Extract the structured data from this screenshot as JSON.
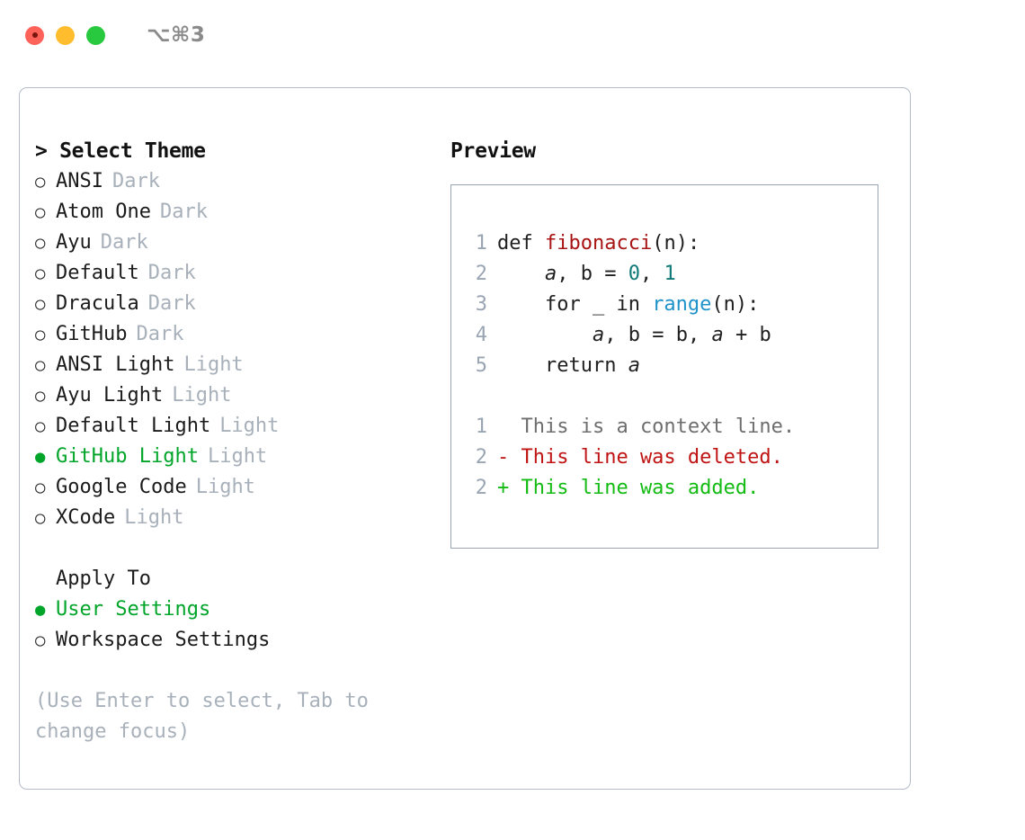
{
  "titlebar": {
    "shortcut": "⌥⌘3",
    "buttons": [
      {
        "name": "close",
        "color": "#ff6259"
      },
      {
        "name": "minimize",
        "color": "#ffbd2e"
      },
      {
        "name": "maximize",
        "color": "#28c93f"
      }
    ]
  },
  "colors": {
    "selected_green": "#00a52a",
    "muted_gray": "#a8b0ba",
    "panel_border": "#b3bcc8",
    "preview_border": "#9aa5b3",
    "function_red": "#a81414",
    "number_teal": "#0f7a78",
    "builtin_blue": "#1f93c9",
    "diff_deleted": "#c01414",
    "diff_added": "#13bb13",
    "diff_context": "#6e6e6e",
    "text": "#1f1f1f"
  },
  "theme_panel": {
    "heading": "> Select Theme",
    "bullet_selected": "●",
    "bullet_unselected": "○",
    "items": [
      {
        "name": "ANSI",
        "kind": "Dark",
        "selected": false
      },
      {
        "name": "Atom One",
        "kind": "Dark",
        "selected": false
      },
      {
        "name": "Ayu",
        "kind": "Dark",
        "selected": false
      },
      {
        "name": "Default",
        "kind": "Dark",
        "selected": false
      },
      {
        "name": "Dracula",
        "kind": "Dark",
        "selected": false
      },
      {
        "name": "GitHub",
        "kind": "Dark",
        "selected": false
      },
      {
        "name": "ANSI Light",
        "kind": "Light",
        "selected": false
      },
      {
        "name": "Ayu Light",
        "kind": "Light",
        "selected": false
      },
      {
        "name": "Default Light",
        "kind": "Light",
        "selected": false
      },
      {
        "name": "GitHub Light",
        "kind": "Light",
        "selected": true
      },
      {
        "name": "Google Code",
        "kind": "Light",
        "selected": false
      },
      {
        "name": "XCode",
        "kind": "Light",
        "selected": false
      }
    ]
  },
  "apply_to": {
    "heading": "Apply To",
    "items": [
      {
        "name": "User Settings",
        "selected": true
      },
      {
        "name": "Workspace Settings",
        "selected": false
      }
    ]
  },
  "hint": "(Use Enter to select, Tab to change focus)",
  "preview": {
    "heading": "Preview",
    "code_lines": [
      {
        "lineno": "1",
        "tokens": [
          {
            "text": "def ",
            "type": "plain"
          },
          {
            "text": "fibonacci",
            "type": "fn"
          },
          {
            "text": "(n):",
            "type": "plain"
          }
        ]
      },
      {
        "lineno": "2",
        "tokens": [
          {
            "text": "    ",
            "type": "plain"
          },
          {
            "text": "a",
            "type": "var"
          },
          {
            "text": ", ",
            "type": "plain"
          },
          {
            "text": "b",
            "type": "plain"
          },
          {
            "text": " = ",
            "type": "plain"
          },
          {
            "text": "0",
            "type": "num"
          },
          {
            "text": ", ",
            "type": "plain"
          },
          {
            "text": "1",
            "type": "num"
          }
        ]
      },
      {
        "lineno": "3",
        "tokens": [
          {
            "text": "    for _ in ",
            "type": "plain"
          },
          {
            "text": "range",
            "type": "builtin"
          },
          {
            "text": "(n):",
            "type": "plain"
          }
        ]
      },
      {
        "lineno": "4",
        "tokens": [
          {
            "text": "        ",
            "type": "plain"
          },
          {
            "text": "a",
            "type": "var"
          },
          {
            "text": ", ",
            "type": "plain"
          },
          {
            "text": "b",
            "type": "plain"
          },
          {
            "text": " = ",
            "type": "plain"
          },
          {
            "text": "b",
            "type": "plain"
          },
          {
            "text": ", ",
            "type": "plain"
          },
          {
            "text": "a",
            "type": "var"
          },
          {
            "text": " + ",
            "type": "plain"
          },
          {
            "text": "b",
            "type": "plain"
          }
        ]
      },
      {
        "lineno": "5",
        "tokens": [
          {
            "text": "    return ",
            "type": "plain"
          },
          {
            "text": "a",
            "type": "var"
          }
        ]
      }
    ],
    "diff_lines": [
      {
        "lineno": "1",
        "marker": " ",
        "text": "  This is a context line.",
        "kind": "ctx"
      },
      {
        "lineno": "2",
        "marker": "-",
        "text": "- This line was deleted.",
        "kind": "del"
      },
      {
        "lineno": "2",
        "marker": "+",
        "text": "+ This line was added.",
        "kind": "add"
      }
    ]
  }
}
